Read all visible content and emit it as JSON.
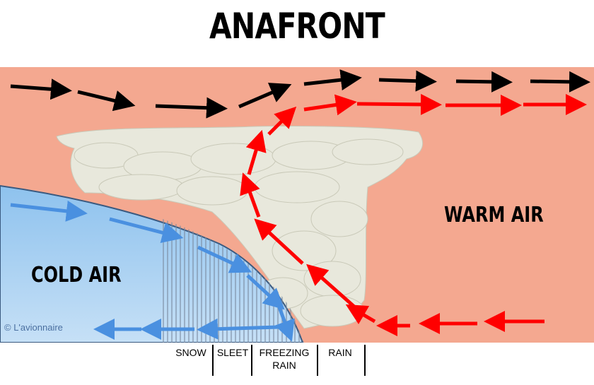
{
  "title": "ANAFRONT",
  "labels": {
    "warm_air": "WARM AIR",
    "cold_air": "COLD AIR",
    "credit": "© L'avionnaire"
  },
  "precipitation": [
    "SNOW",
    "SLEET",
    "FREEZING\nRAIN",
    "RAIN"
  ],
  "colors": {
    "warm_air": "#f4a890",
    "cold_air": "#a8d0f0",
    "cloud": "#e8e8dc",
    "warm_arrow": "#ff0000",
    "cold_arrow": "#4a90e0",
    "upper_arrow": "#000000"
  }
}
